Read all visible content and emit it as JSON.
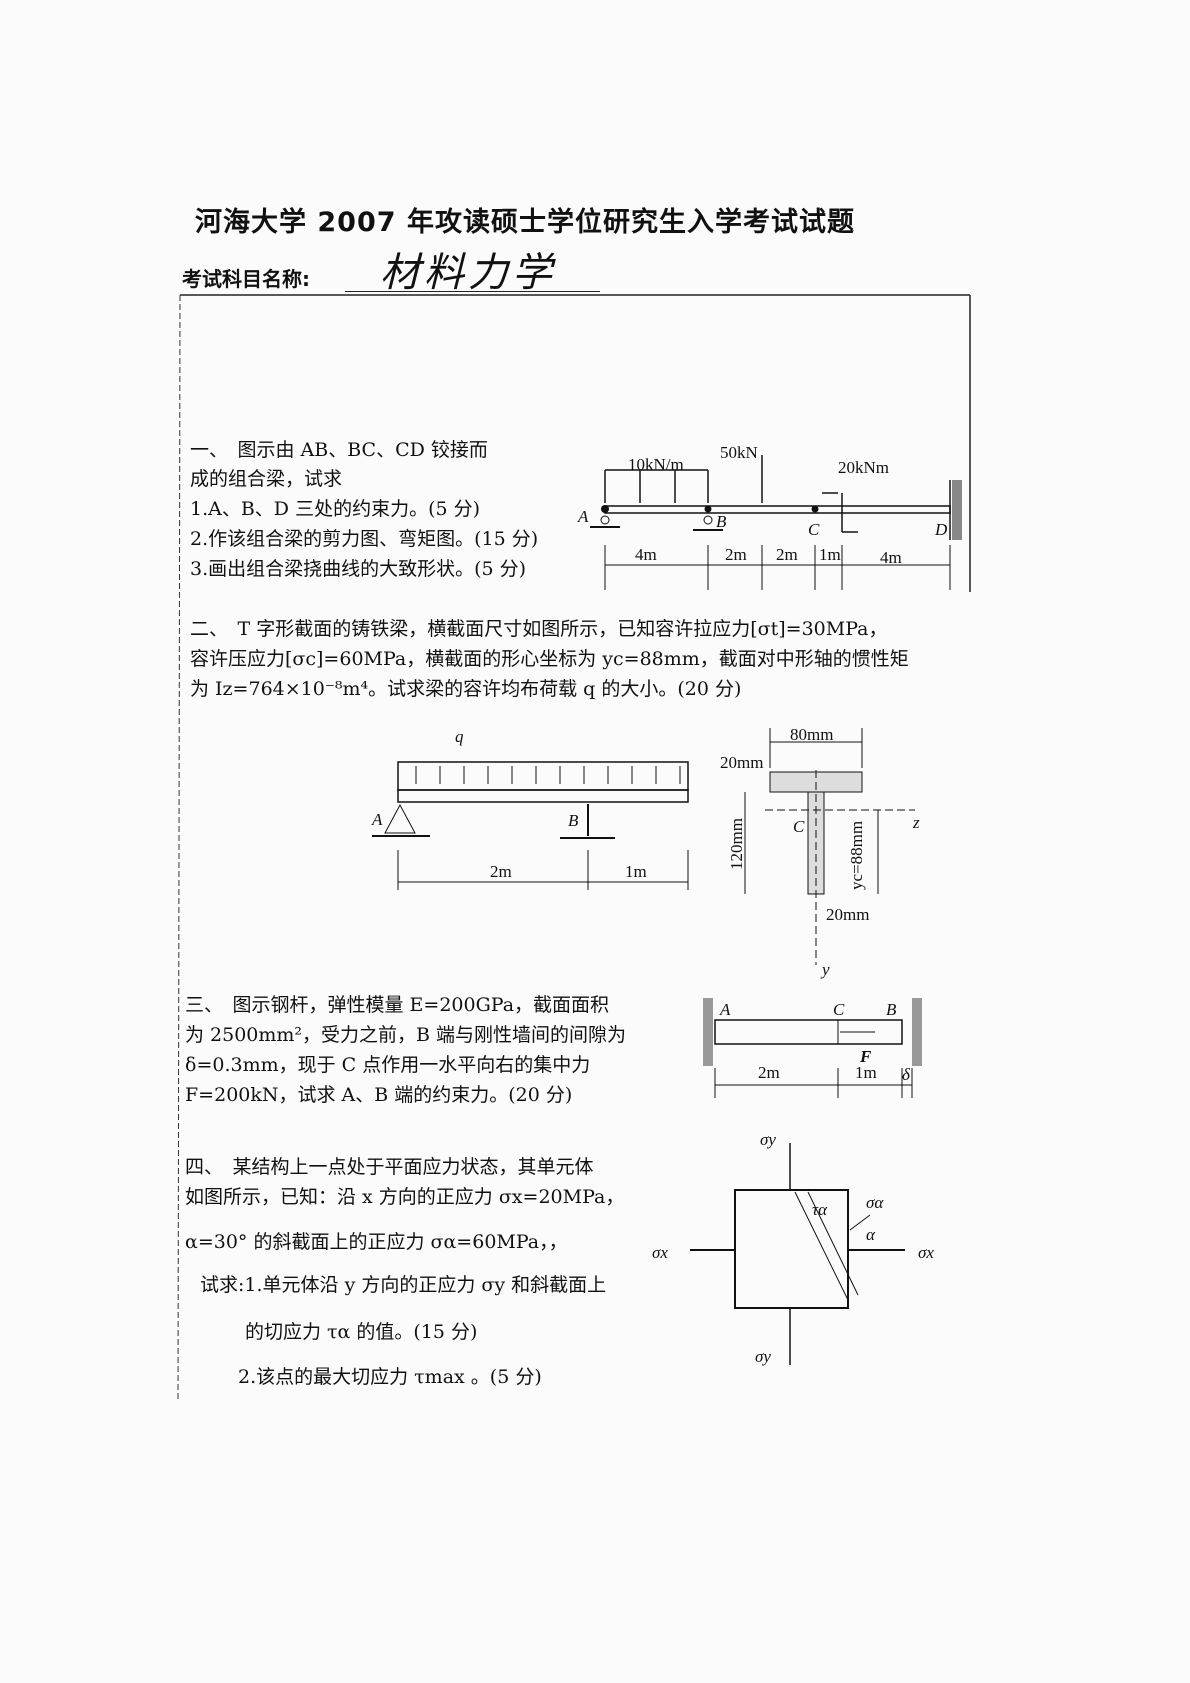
{
  "header": {
    "title": "河海大学 2007 年攻读硕士学位研究生入学考试试题",
    "subject_label": "考试科目名称:",
    "subject_value": "材料力学"
  },
  "q1": {
    "lines": [
      "一、　图示由 AB、BC、CD 铰接而",
      "成的组合梁，试求",
      "1.A、B、D 三处的约束力。(5 分)",
      "2.作该组合梁的剪力图、弯矩图。(15 分)",
      "3.画出组合梁挠曲线的大致形状。(5 分)"
    ],
    "fig": {
      "load_q": "10kN/m",
      "load_P": "50kN",
      "moment": "20kNm",
      "A": "A",
      "B": "B",
      "C": "C",
      "D": "D",
      "dims": [
        "4m",
        "2m",
        "2m",
        "1m",
        "4m"
      ]
    }
  },
  "q2": {
    "lines": [
      "二、　T 字形截面的铸铁梁，横截面尺寸如图所示，已知容许拉应力[σt]=30MPa，",
      "容许压应力[σc]=60MPa，横截面的形心坐标为 yc=88mm，截面对中形轴的惯性矩",
      "为 Iz=764×10⁻⁸m⁴。试求梁的容许均布荷载 q 的大小。(20 分)"
    ],
    "fig": {
      "q": "q",
      "A": "A",
      "B": "B",
      "d1": "2m",
      "d2": "1m",
      "w": "80mm",
      "tf": "20mm",
      "h": "120mm",
      "yc": "yc=88mm",
      "tw": "20mm",
      "C": "C",
      "z": "z",
      "y": "y"
    }
  },
  "q3": {
    "lines": [
      "三、　图示钢杆，弹性模量 E=200GPa，截面面积",
      "为 2500mm²，受力之前，B 端与刚性墙间的间隙为",
      "δ=0.3mm，现于 C 点作用一水平向右的集中力",
      "F=200kN，试求 A、B 端的约束力。(20 分)"
    ],
    "fig": {
      "A": "A",
      "B": "B",
      "C": "C",
      "F": "F",
      "d1": "2m",
      "d2": "1m",
      "delta": "δ"
    }
  },
  "q4": {
    "lines": [
      "四、　某结构上一点处于平面应力状态，其单元体",
      "如图所示，已知：沿 x 方向的正应力 σx=20MPa，",
      "α=30° 的斜截面上的正应力 σα=60MPa，，",
      "试求:1.单元体沿 y 方向的正应力 σy 和斜截面上",
      "的切应力 τα 的值。(15 分)",
      "2.该点的最大切应力 τmax 。(5 分)"
    ],
    "fig": {
      "sy_top": "σy",
      "sy_bot": "σy",
      "sx_left": "σx",
      "sx_right": "σx",
      "sa": "σα",
      "ta": "τα",
      "alpha": "α"
    }
  }
}
